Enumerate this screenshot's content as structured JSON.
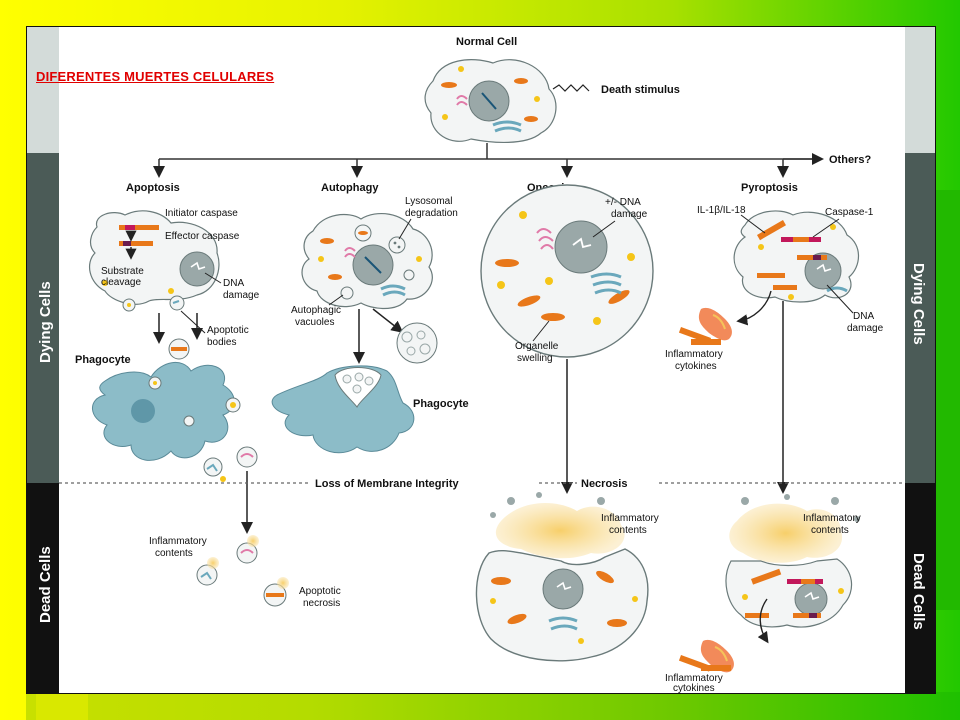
{
  "slide": {
    "title": "DIFERENTES MUERTES CELULARES"
  },
  "diagram": {
    "top": {
      "cell": "Normal Cell",
      "stimulus": "Death stimulus",
      "others": "Others?"
    },
    "side_labels": {
      "dying_left": "Dying Cells",
      "dying_right": "Dying Cells",
      "dead_left": "Dead Cells",
      "dead_right": "Dead Cells"
    },
    "pathways": {
      "apoptosis": {
        "title": "Apoptosis",
        "initiator": "Initiator caspase",
        "effector": "Effector caspase",
        "substrate_1": "Substrate",
        "substrate_2": "cleavage",
        "dna_1": "DNA",
        "dna_2": "damage",
        "bodies_1": "Apoptotic",
        "bodies_2": "bodies",
        "phagocyte": "Phagocyte",
        "inflam_1": "Inflammatory",
        "inflam_2": "contents",
        "necrosis_1": "Apoptotic",
        "necrosis_2": "necrosis"
      },
      "autophagy": {
        "title": "Autophagy",
        "lysosomal_1": "Lysosomal",
        "lysosomal_2": "degradation",
        "vacuoles_1": "Autophagic",
        "vacuoles_2": "vacuoles",
        "phagocyte": "Phagocyte"
      },
      "oncosis": {
        "title": "Oncosis",
        "dna_1": "+/- DNA",
        "dna_2": "damage",
        "swelling_1": "Organelle",
        "swelling_2": "swelling"
      },
      "pyroptosis": {
        "title": "Pyroptosis",
        "il": "IL-1β/IL-18",
        "caspase": "Caspase-1",
        "cytokines_1": "Inflammatory",
        "cytokines_2": "cytokines",
        "dna_1": "DNA",
        "dna_2": "damage"
      }
    },
    "middle": {
      "membrane": "Loss of Membrane Integrity",
      "necrosis": "Necrosis"
    },
    "dead": {
      "oncosis_inflam_1": "Inflammatory",
      "oncosis_inflam_2": "contents",
      "pyro_inflam_1": "Inflammatory",
      "pyro_inflam_2": "contents",
      "pyro_cyto_1": "Inflammatory",
      "pyro_cyto_2": "cytokines"
    },
    "colors": {
      "side_dark": "#4a5a55",
      "side_light": "#cfd8d6",
      "cell_fill": "#f4f6f6",
      "nucleus": "#9aa8a8",
      "orange": "#e8781a",
      "yellow": "#f5c518",
      "teal": "#6aa8bc",
      "pink": "#e07aa8",
      "phagocyte": "#8cbcc8",
      "cloud": "#f5c35a"
    }
  }
}
